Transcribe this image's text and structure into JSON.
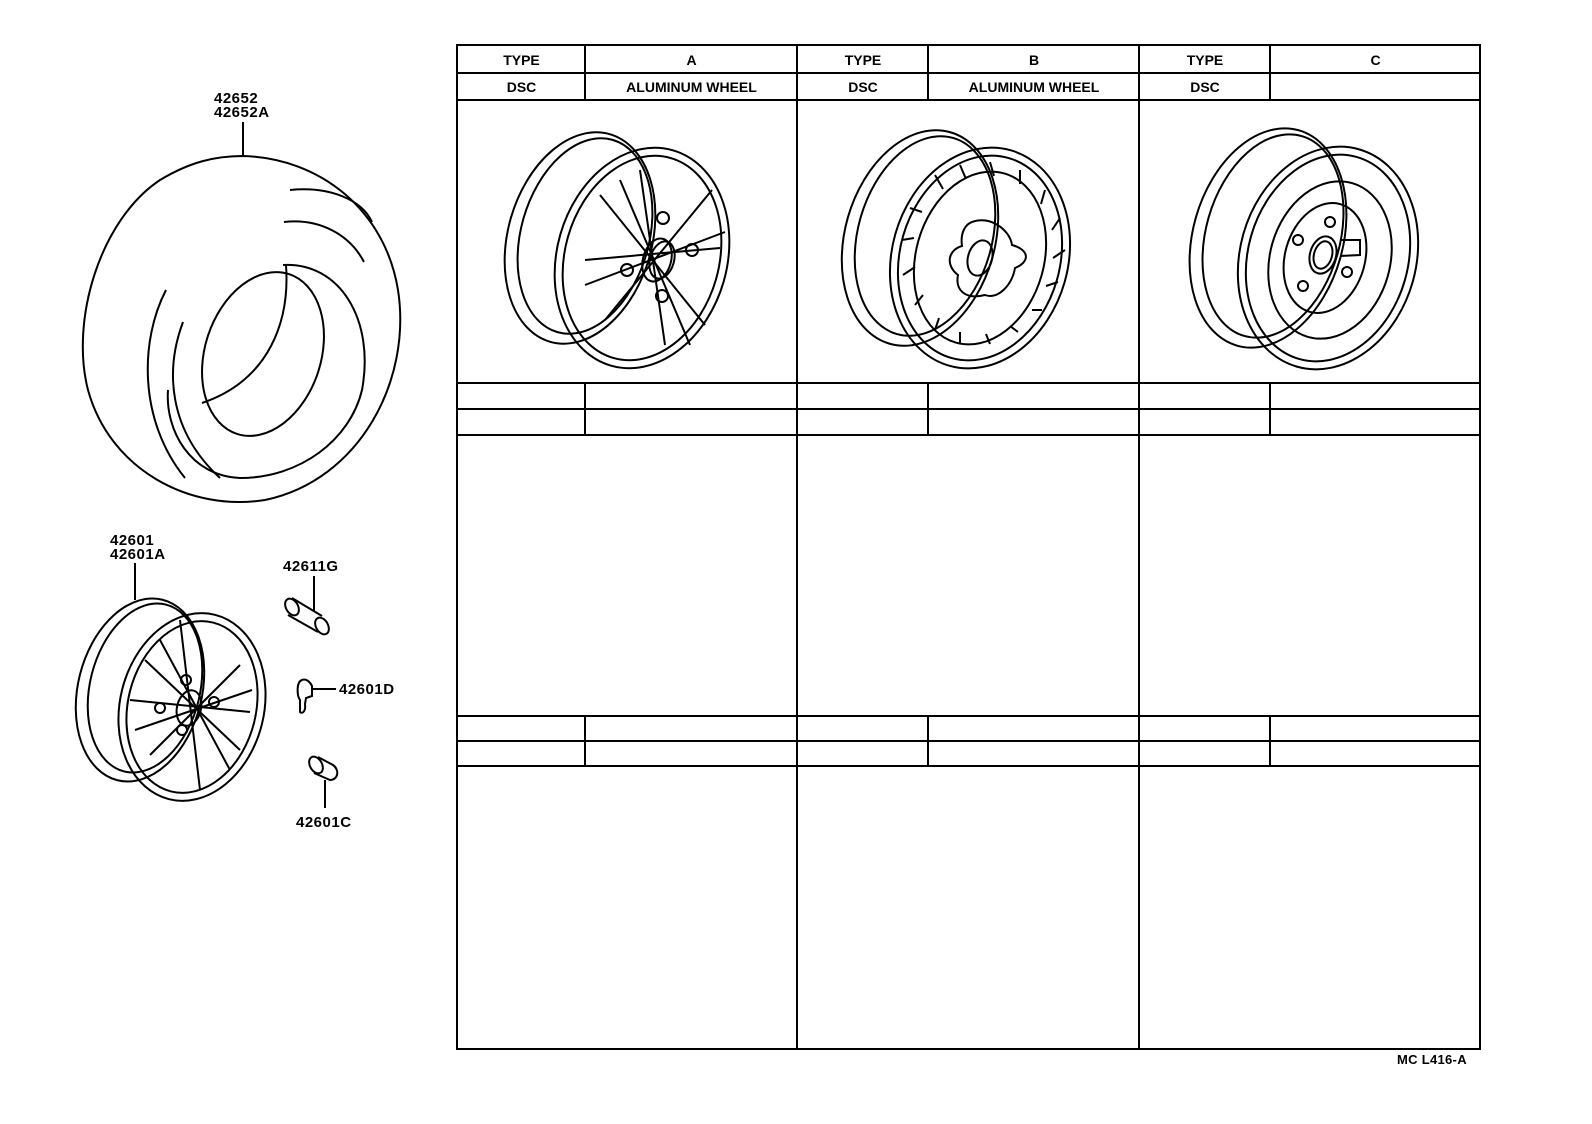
{
  "diagram": {
    "figure_code": "MC L416-A",
    "parts": [
      {
        "id": "tire",
        "labels": [
          "42652",
          "42652A"
        ]
      },
      {
        "id": "wheel",
        "labels": [
          "42601",
          "42601A"
        ]
      },
      {
        "id": "valve",
        "labels": [
          "42611G"
        ]
      },
      {
        "id": "balance-weight",
        "labels": [
          "42601D"
        ]
      },
      {
        "id": "hub-nut",
        "labels": [
          "42601C"
        ]
      }
    ]
  },
  "table": {
    "columns": [
      {
        "type_label": "TYPE",
        "type_value": "A",
        "dsc_label": "DSC",
        "dsc_value": "ALUMINUM WHEEL",
        "illustration": "spoke-wheel-icon"
      },
      {
        "type_label": "TYPE",
        "type_value": "B",
        "dsc_label": "DSC",
        "dsc_value": "ALUMINUM WHEEL",
        "illustration": "lattice-wheel-icon"
      },
      {
        "type_label": "TYPE",
        "type_value": "C",
        "dsc_label": "DSC",
        "dsc_value": "",
        "illustration": "steel-wheel-icon"
      }
    ]
  }
}
